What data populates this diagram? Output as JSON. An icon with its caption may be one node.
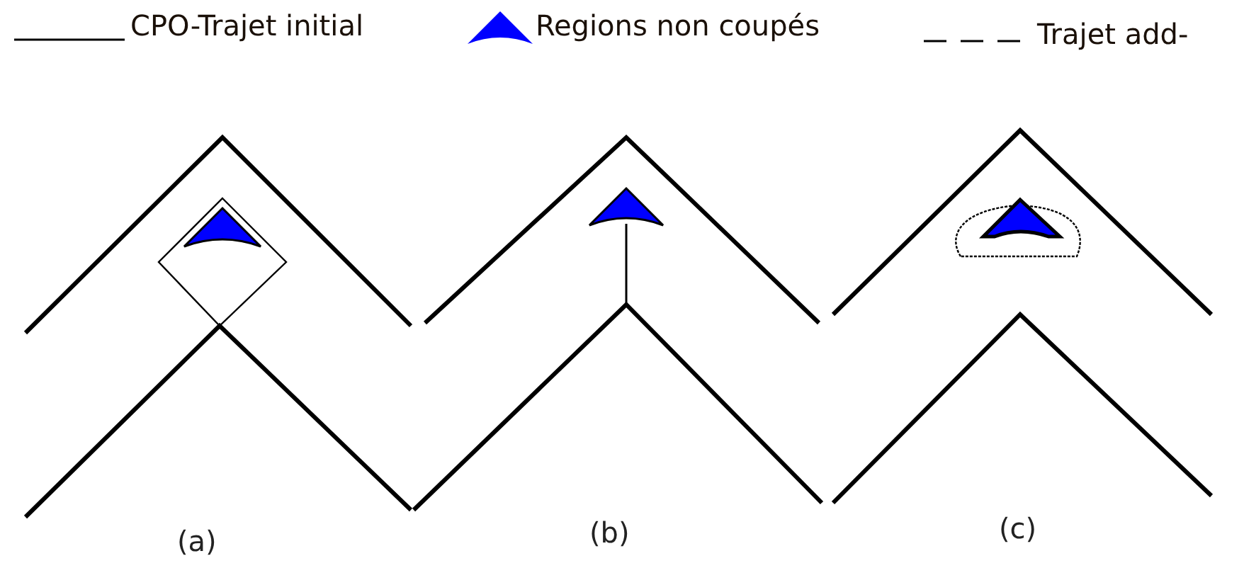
{
  "diagram": {
    "labels": [
      "(a)",
      "(b)",
      "(c)"
    ],
    "legend": [
      {
        "text": "CPO-Trajet initial"
      },
      {
        "text": "Regions non coupés"
      },
      {
        "text": "Trajet add-"
      }
    ]
  }
}
